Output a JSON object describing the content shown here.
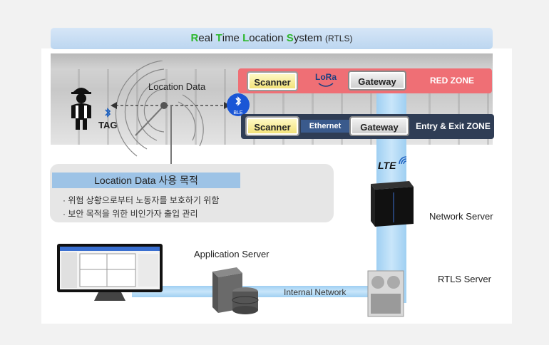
{
  "header": {
    "title_parts": [
      {
        "t": "R",
        "g": true
      },
      {
        "t": "eal ",
        "g": false
      },
      {
        "t": "T",
        "g": true
      },
      {
        "t": "ime ",
        "g": false
      },
      {
        "t": "L",
        "g": true
      },
      {
        "t": "ocation ",
        "g": false
      },
      {
        "t": "S",
        "g": true
      },
      {
        "t": "ystem",
        "g": false
      }
    ],
    "suffix": "(RTLS)"
  },
  "zones": {
    "red": "RED ZONE",
    "entry": "Entry & Exit ZONE"
  },
  "devices": {
    "scanner": "Scanner",
    "gateway": "Gateway",
    "lora": "LoRa",
    "ethernet": "Ethernet",
    "lte": "LTE",
    "ble": "BLE"
  },
  "tag": {
    "label": "TAG"
  },
  "location_label": "Location Data",
  "info": {
    "title": "Location Data 사용 목적",
    "lines": [
      "· 위험 상황으로부터 노동자를 보호하기 위함",
      "· 보안 목적을 위한 비인가자 출입 관리"
    ]
  },
  "servers": {
    "network": "Network Server",
    "rtls": "RTLS Server",
    "application": "Application Server"
  },
  "connections": {
    "internal": "Internal Network"
  },
  "colors": {
    "red_zone": "#ef6f75",
    "entry_zone": "#2f3d55",
    "pipe": "#9fcff2",
    "title_accent": "#2eb82e"
  }
}
